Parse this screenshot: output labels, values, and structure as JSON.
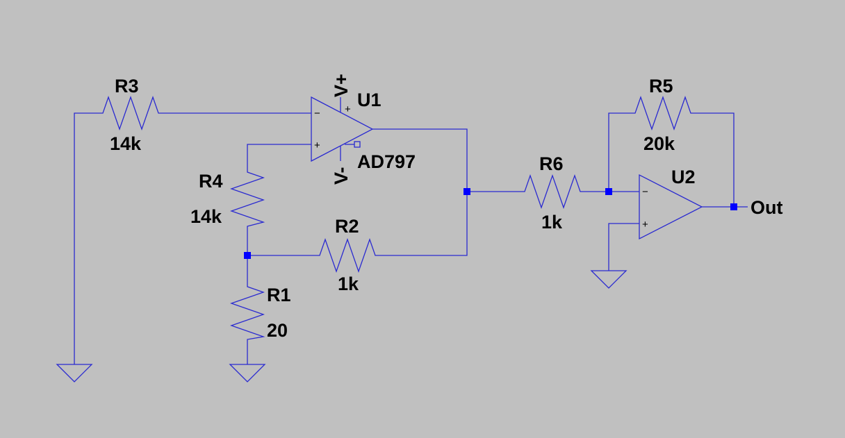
{
  "background": "#c0c0c0",
  "wire_color": "#2a2ad0",
  "node_color": "#0000ff",
  "components": {
    "R1": {
      "name": "R1",
      "value": "20"
    },
    "R2": {
      "name": "R2",
      "value": "1k"
    },
    "R3": {
      "name": "R3",
      "value": "14k"
    },
    "R4": {
      "name": "R4",
      "value": "14k"
    },
    "R5": {
      "name": "R5",
      "value": "20k"
    },
    "R6": {
      "name": "R6",
      "value": "1k"
    },
    "U1": {
      "name": "U1",
      "part": "AD797",
      "vplus": "V+",
      "vminus": "V-"
    },
    "U2": {
      "name": "U2"
    }
  },
  "net_labels": {
    "out": "Out"
  },
  "pin_marks": {
    "minus": "−",
    "plus": "+"
  }
}
